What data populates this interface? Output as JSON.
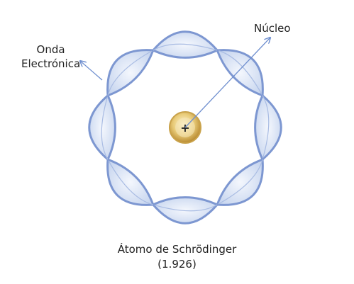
{
  "labels": {
    "nucleus": "Núcleo",
    "wave_line1": "Onda",
    "wave_line2": "Electrónica",
    "nucleus_symbol": "+"
  },
  "caption": {
    "line1": "Átomo de Schrödinger",
    "line2": "(1.926)"
  },
  "colors": {
    "wave_stroke": "#7d97d1",
    "wave_fill": "#dde6f5",
    "wave_fill_light": "#f3f6fc",
    "nucleus_outer": "#c9a24a",
    "nucleus_inner": "#f1e2b2",
    "arrow": "#6f8fcf"
  },
  "diagram": {
    "wave_lobes": 8,
    "icons": [
      "nucleus-icon",
      "arrow-icon"
    ]
  }
}
